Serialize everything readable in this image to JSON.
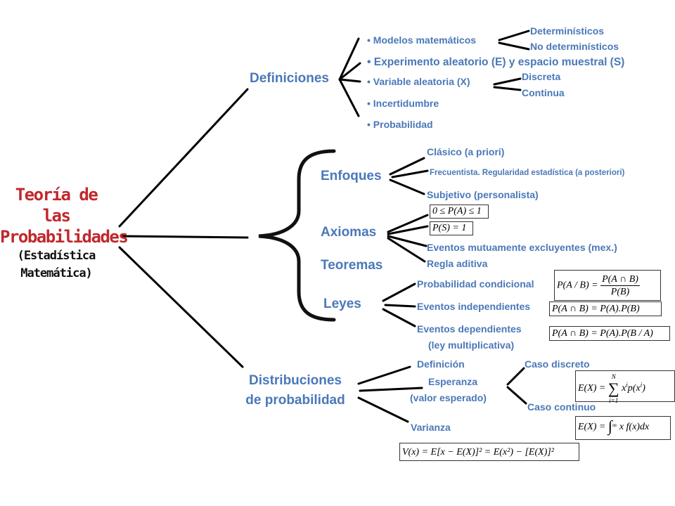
{
  "root": {
    "line1": "Teoría de las",
    "line2": "Probabilidades",
    "line3": "(Estadística",
    "line4": "Matemática)"
  },
  "definiciones": {
    "label": "Definiciones",
    "items": [
      "Modelos matemáticos",
      "Experimento aleatorio (E) y espacio muestral (S)",
      "Variable aleatoria (X)",
      "Incertidumbre",
      "Probabilidad"
    ],
    "modelos_sub": [
      "Determinísticos",
      "No determinísticos"
    ],
    "variable_sub": [
      "Discreta",
      "Continua"
    ]
  },
  "enfoques": {
    "label": "Enfoques",
    "items": [
      "Clásico (a priori)",
      "Frecuentista. Regularidad  estadística (a posteriori)",
      "Subjetivo  (personalista)"
    ]
  },
  "axiomas": {
    "label": "Axiomas",
    "items": [
      "Eventos mutuamente excluyentes  (mex.)",
      "Regla aditiva"
    ]
  },
  "teoremas": {
    "label": "Teoremas"
  },
  "leyes": {
    "label": "Leyes",
    "items": [
      "Probabilidad condicional",
      "Eventos independientes",
      "Eventos  dependientes",
      "(ley multiplicativa)"
    ]
  },
  "distribuciones": {
    "line1": "Distribuciones",
    "line2": "de probabilidad",
    "definicion": "Definición",
    "esperanza": "Esperanza",
    "valor_esperado": "(valor esperado)",
    "varianza": "Varianza",
    "caso_discreto": "Caso discreto",
    "caso_continuo": "Caso continuo"
  },
  "colors": {
    "title": "#c0282c",
    "text": "#4a78b8",
    "lines": "#000000",
    "subtitle": "#111111"
  }
}
